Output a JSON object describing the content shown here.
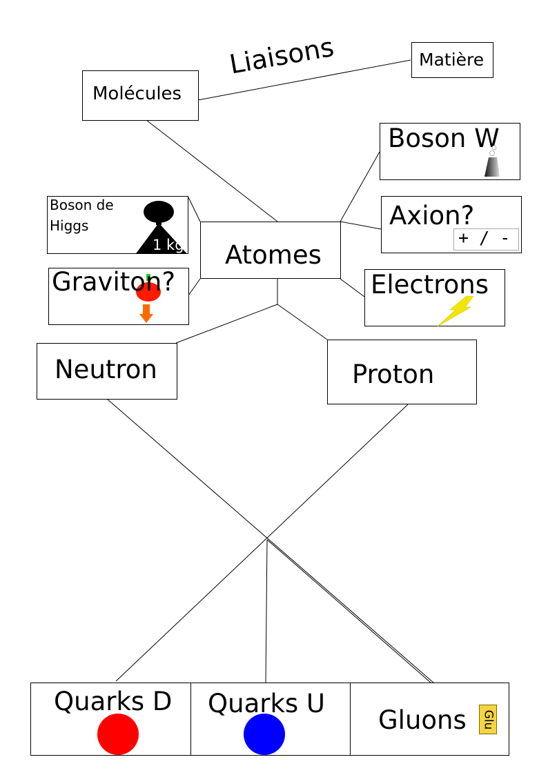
{
  "nodes": {
    "molecules": "Molécules",
    "matiere": "Matière",
    "liaisons": "Liaisons",
    "boson_w": "Boson W",
    "boson_higgs": "Boson de Higgs",
    "boson_higgs_line1": "Boson de",
    "boson_higgs_line2": "Higgs",
    "higgs_weight_label": "1 kg",
    "atomes": "Atomes",
    "axion": "Axion?",
    "axion_sign": "+ / -",
    "graviton": "Graviton?",
    "electrons": "Electrons",
    "neutron": "Neutron",
    "proton": "Proton",
    "quarks_d": "Quarks D",
    "quarks_u": "Quarks U",
    "gluons": "Gluons",
    "gluon_tag": "Glu"
  },
  "colors": {
    "quark_d": "#ff0000",
    "quark_u": "#0000ff",
    "gluon_tag": "#f5d442",
    "lightning": "#f2e600",
    "apple": "#ff1a00",
    "apple_leaf": "#22cc22",
    "arrow": "#ff6a00"
  },
  "icons": [
    "kettlebell-icon",
    "smoke-icon",
    "lightning-icon",
    "apple-icon",
    "down-arrow-icon"
  ]
}
